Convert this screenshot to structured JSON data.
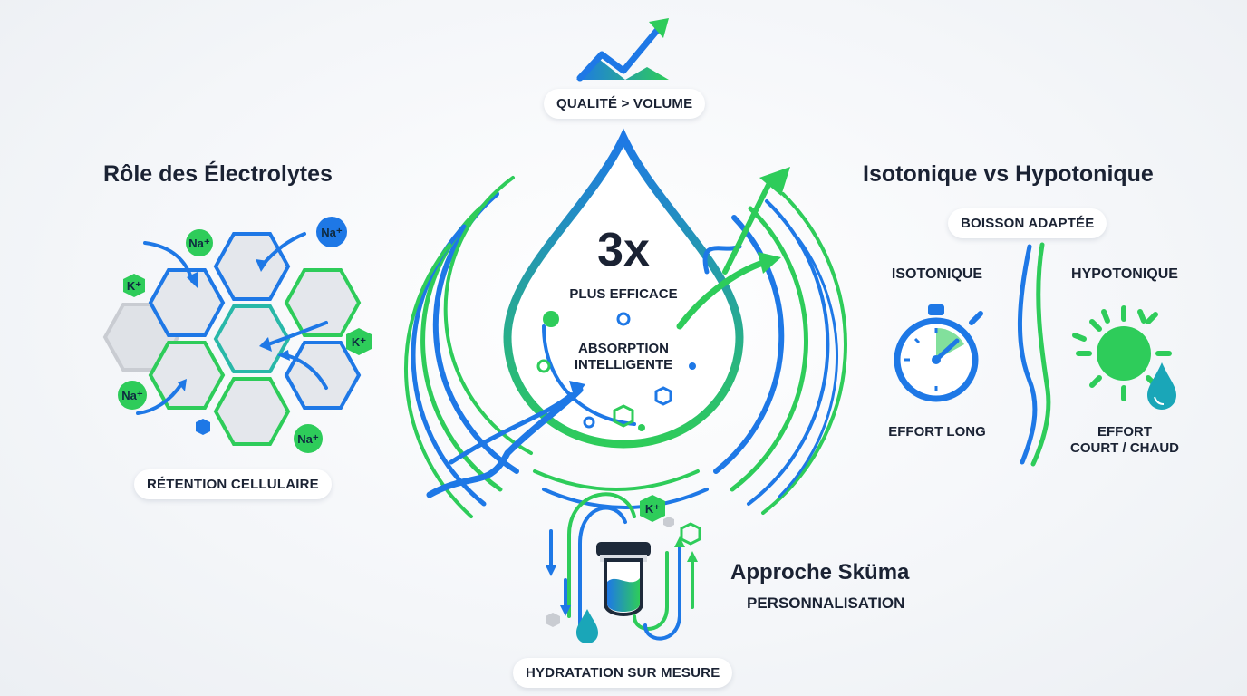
{
  "center": {
    "top_pill": "QUALITÉ > VOLUME",
    "multiplier": "3x",
    "multiplier_caption": "PLUS EFFICACE",
    "absorption_line1": "ABSORPTION",
    "absorption_line2": "INTELLIGENTE"
  },
  "left": {
    "title": "Rôle des Électrolytes",
    "pill": "RÉTENTION CELLULAIRE",
    "ions": [
      "Na⁺",
      "Na⁺",
      "K⁺",
      "K⁺",
      "Na⁺",
      "Na⁺"
    ]
  },
  "right": {
    "title": "Isotonique vs Hypotonique",
    "pill": "BOISSON ADAPTÉE",
    "isotonic_label": "ISOTONIQUE",
    "hypotonic_label": "HYPOTONIQUE",
    "isotonic_caption": "EFFORT LONG",
    "hypotonic_caption_line1": "EFFORT",
    "hypotonic_caption_line2": "COURT / CHAUD"
  },
  "bottom": {
    "title": "Approche Sküma",
    "subtitle": "PERSONNALISATION",
    "pill": "HYDRATATION SUR MESURE",
    "ion": "K⁺"
  },
  "colors": {
    "blue": "#1e78e6",
    "green": "#2ecc5a",
    "dark_text": "#1a2233",
    "hex_fill": "#e4e7ec"
  },
  "icons": [
    "trend-up-icon",
    "water-drop-icon",
    "stopwatch-icon",
    "sun-icon",
    "test-tube-icon",
    "hexagon-cell-icon"
  ]
}
